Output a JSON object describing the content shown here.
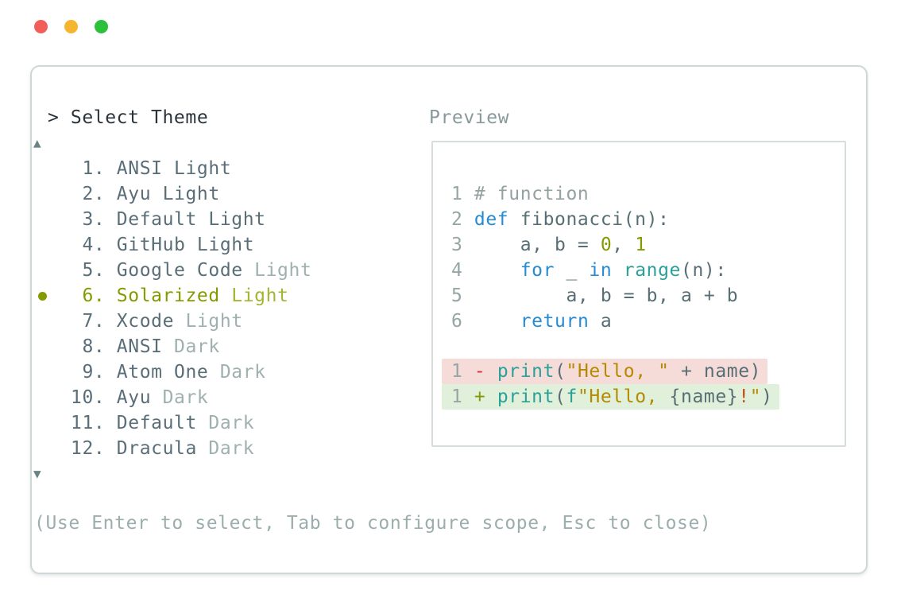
{
  "window": {
    "traffic_lights": [
      {
        "name": "close",
        "color": "#f25f58"
      },
      {
        "name": "minimize",
        "color": "#f5b52e"
      },
      {
        "name": "zoom",
        "color": "#2dc03c"
      }
    ]
  },
  "prompt": {
    "label": "> Select Theme"
  },
  "preview": {
    "label": "Preview"
  },
  "theme_list": {
    "scroll_up_icon": "▲",
    "scroll_down_icon": "▼",
    "items": [
      {
        "num": 1,
        "name": "ANSI",
        "variant": "Light",
        "variant_dimmed": false,
        "selected": false
      },
      {
        "num": 2,
        "name": "Ayu",
        "variant": "Light",
        "variant_dimmed": false,
        "selected": false
      },
      {
        "num": 3,
        "name": "Default",
        "variant": "Light",
        "variant_dimmed": false,
        "selected": false
      },
      {
        "num": 4,
        "name": "GitHub",
        "variant": "Light",
        "variant_dimmed": false,
        "selected": false
      },
      {
        "num": 5,
        "name": "Google Code",
        "variant": "Light",
        "variant_dimmed": true,
        "selected": false
      },
      {
        "num": 6,
        "name": "Solarized",
        "variant": "Light",
        "variant_dimmed": false,
        "selected": true
      },
      {
        "num": 7,
        "name": "Xcode",
        "variant": "Light",
        "variant_dimmed": true,
        "selected": false
      },
      {
        "num": 8,
        "name": "ANSI",
        "variant": "Dark",
        "variant_dimmed": true,
        "selected": false
      },
      {
        "num": 9,
        "name": "Atom One",
        "variant": "Dark",
        "variant_dimmed": true,
        "selected": false
      },
      {
        "num": 10,
        "name": "Ayu",
        "variant": "Dark",
        "variant_dimmed": true,
        "selected": false
      },
      {
        "num": 11,
        "name": "Default",
        "variant": "Dark",
        "variant_dimmed": true,
        "selected": false
      },
      {
        "num": 12,
        "name": "Dracula",
        "variant": "Dark",
        "variant_dimmed": true,
        "selected": false
      }
    ]
  },
  "preview_code": {
    "lines": [
      {
        "ln": "1",
        "tokens": [
          {
            "t": "# function",
            "c": "comment"
          }
        ]
      },
      {
        "ln": "2",
        "tokens": [
          {
            "t": "def",
            "c": "kw"
          },
          {
            "t": " fibonacci(n):",
            "c": "body"
          }
        ]
      },
      {
        "ln": "3",
        "tokens": [
          {
            "t": "    a, b = ",
            "c": "body"
          },
          {
            "t": "0",
            "c": "num"
          },
          {
            "t": ", ",
            "c": "body"
          },
          {
            "t": "1",
            "c": "num"
          }
        ]
      },
      {
        "ln": "4",
        "tokens": [
          {
            "t": "    ",
            "c": "body"
          },
          {
            "t": "for",
            "c": "kw"
          },
          {
            "t": " _ ",
            "c": "body"
          },
          {
            "t": "in",
            "c": "kw"
          },
          {
            "t": " ",
            "c": "body"
          },
          {
            "t": "range",
            "c": "fn"
          },
          {
            "t": "(n):",
            "c": "body"
          }
        ]
      },
      {
        "ln": "5",
        "tokens": [
          {
            "t": "        a, b = b, a + b",
            "c": "body"
          }
        ]
      },
      {
        "ln": "6",
        "tokens": [
          {
            "t": "    ",
            "c": "body"
          },
          {
            "t": "return",
            "c": "kw"
          },
          {
            "t": " a",
            "c": "body"
          }
        ]
      }
    ],
    "diff": [
      {
        "ln": "1",
        "sign": "-",
        "sign_color": "red",
        "bg": "removed",
        "tokens": [
          {
            "t": "print",
            "c": "fn"
          },
          {
            "t": "(",
            "c": "body"
          },
          {
            "t": "\"Hello, \"",
            "c": "str"
          },
          {
            "t": " + name)",
            "c": "body"
          }
        ]
      },
      {
        "ln": "1",
        "sign": "+",
        "sign_color": "green",
        "bg": "added",
        "tokens": [
          {
            "t": "print",
            "c": "fn"
          },
          {
            "t": "(",
            "c": "body"
          },
          {
            "t": "f",
            "c": "fn"
          },
          {
            "t": "\"Hello, ",
            "c": "str"
          },
          {
            "t": "{name}",
            "c": "body"
          },
          {
            "t": "!",
            "c": "orange"
          },
          {
            "t": "\"",
            "c": "str"
          },
          {
            "t": ")",
            "c": "body"
          }
        ]
      }
    ]
  },
  "footer": {
    "hint": "(Use Enter to select, Tab to configure scope, Esc to close)"
  },
  "colors": {
    "prompt": "#2b333a",
    "preview_label": "#87999b",
    "hint": "#9cadad",
    "arrow": "#6b8286",
    "list_name": "#5a6e78",
    "list_dimmed": "#9fb0b0",
    "selected": "#859900",
    "selected_variant": "#a5b532",
    "line_number": "#96a5a6",
    "diff_removed_bg": "#f6dcd8",
    "diff_added_bg": "#e1f0da",
    "syntax": {
      "body": "#586e75",
      "kw": "#268bd2",
      "fn": "#2aa198",
      "num": "#859900",
      "str": "#b58900",
      "comment": "#93a1a1",
      "orange": "#cb4b16",
      "red": "#dc322f",
      "green": "#859900"
    }
  }
}
